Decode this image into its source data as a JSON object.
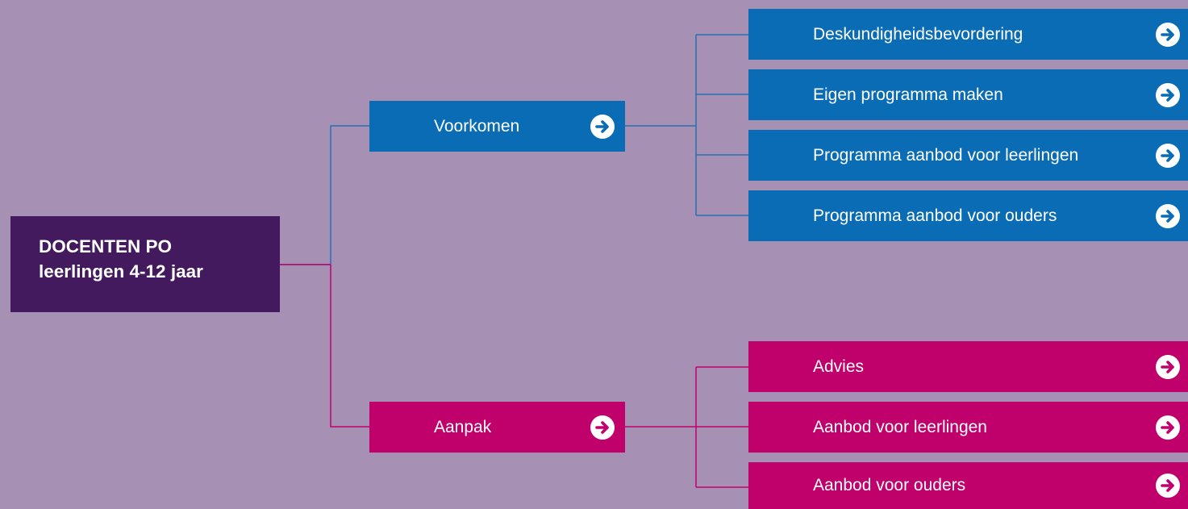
{
  "root": {
    "line1": "DOCENTEN PO",
    "line2": "leerlingen 4-12 jaar"
  },
  "branches": {
    "voorkomen": {
      "label": "Voorkomen",
      "items": [
        "Deskundigheidsbevordering",
        "Eigen programma maken",
        "Programma aanbod voor leerlingen",
        "Programma aanbod voor ouders"
      ]
    },
    "aanpak": {
      "label": "Aanpak",
      "items": [
        "Advies",
        "Aanbod voor leerlingen",
        "Aanbod voor ouders"
      ]
    }
  },
  "colors": {
    "background": "#a691b5",
    "root": "#431a5d",
    "voorkomen": "#0a6cb4",
    "aanpak": "#c0006b",
    "arrow_circle": "#ffffff"
  },
  "icons": {
    "arrow": "arrow-right-circle-icon"
  }
}
